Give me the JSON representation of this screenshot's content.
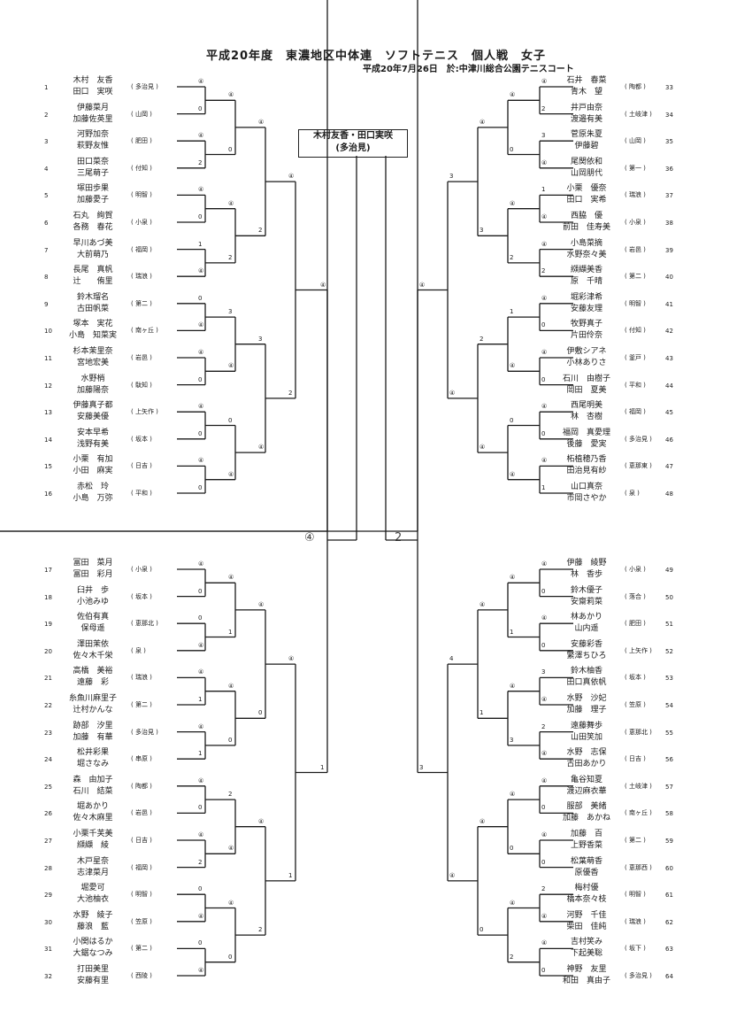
{
  "header": {
    "title": "平成20年度　東濃地区中体連　ソフトテニス　個人戦　女子",
    "subtitle": "平成20年7月26日　於:中津川総合公園テニスコート"
  },
  "champion": {
    "names": "木村友香・田口実咲",
    "school": "(多治見)"
  },
  "final": {
    "left_score": "④",
    "right_score": "2"
  },
  "left_entries": [
    {
      "no": "1",
      "p1": "木村　友香",
      "p2": "田口　実咲",
      "school": "( 多治見 )"
    },
    {
      "no": "2",
      "p1": "伊藤菜月",
      "p2": "加藤佐英里",
      "school": "( 山岡 )"
    },
    {
      "no": "3",
      "p1": "河野加奈",
      "p2": "萩野友惟",
      "school": "( 肥田 )"
    },
    {
      "no": "4",
      "p1": "田口菜奈",
      "p2": "三尾萌子",
      "school": "( 付知 )"
    },
    {
      "no": "5",
      "p1": "塚田歩果",
      "p2": "加藤愛子",
      "school": "( 明智 )"
    },
    {
      "no": "6",
      "p1": "石丸　絢賀",
      "p2": "各務　春花",
      "school": "( 小泉 )"
    },
    {
      "no": "7",
      "p1": "早川あづ美",
      "p2": "大前萌乃",
      "school": "( 福岡 )"
    },
    {
      "no": "8",
      "p1": "長尾　真帆",
      "p2": "辻　　侑里",
      "school": "( 瑞浪 )"
    },
    {
      "no": "9",
      "p1": "鈴木瑠名",
      "p2": "古田帆菜",
      "school": "( 第二 )"
    },
    {
      "no": "10",
      "p1": "塚本　実花",
      "p2": "小島　知菜実",
      "school": "( 南ヶ丘 )"
    },
    {
      "no": "11",
      "p1": "杉本茉里奈",
      "p2": "宮地宏美",
      "school": "( 岩邑 )"
    },
    {
      "no": "12",
      "p1": "水野梢",
      "p2": "加藤陽奈",
      "school": "( 駄知 )"
    },
    {
      "no": "13",
      "p1": "伊藤真子都",
      "p2": "安藤美優",
      "school": "( 上矢作 )"
    },
    {
      "no": "14",
      "p1": "安本早希",
      "p2": "浅野有美",
      "school": "( 坂本 )"
    },
    {
      "no": "15",
      "p1": "小栗　有加",
      "p2": "小田　麻実",
      "school": "( 日吉 )"
    },
    {
      "no": "16",
      "p1": "赤松　玲",
      "p2": "小島　万弥",
      "school": "( 平和 )"
    },
    {
      "no": "17",
      "p1": "冨田　菜月",
      "p2": "冨田　彩月",
      "school": "( 小泉 )"
    },
    {
      "no": "18",
      "p1": "臼井　歩",
      "p2": "小池みゆ",
      "school": "( 坂本 )"
    },
    {
      "no": "19",
      "p1": "佐伯有真",
      "p2": "保母遥",
      "school": "( 恵那北 )"
    },
    {
      "no": "20",
      "p1": "澤田茉依",
      "p2": "佐々木千栄",
      "school": "( 泉 )"
    },
    {
      "no": "21",
      "p1": "高橋　美裕",
      "p2": "遠藤　彩",
      "school": "( 瑞浪 )"
    },
    {
      "no": "22",
      "p1": "糸魚川麻里子",
      "p2": "辻村かんな",
      "school": "( 第二 )"
    },
    {
      "no": "23",
      "p1": "跡部　汐里",
      "p2": "加藤　有華",
      "school": "( 多治見 )"
    },
    {
      "no": "24",
      "p1": "松井彩果",
      "p2": "堀さなみ",
      "school": "( 串原 )"
    },
    {
      "no": "25",
      "p1": "森　由加子",
      "p2": "石川　結菜",
      "school": "( 陶都 )"
    },
    {
      "no": "26",
      "p1": "堀あかり",
      "p2": "佐々木麻里",
      "school": "( 岩邑 )"
    },
    {
      "no": "27",
      "p1": "小栗千芙美",
      "p2": "纐纈　綾",
      "school": "( 日吉 )"
    },
    {
      "no": "28",
      "p1": "木戸星奈",
      "p2": "志津菜月",
      "school": "( 福岡 )"
    },
    {
      "no": "29",
      "p1": "堀愛可",
      "p2": "大池柚衣",
      "school": "( 明智 )"
    },
    {
      "no": "30",
      "p1": "水野　綾子",
      "p2": "藤浪　藍",
      "school": "( 笠原 )"
    },
    {
      "no": "31",
      "p1": "小関はるか",
      "p2": "大鋸なつみ",
      "school": "( 第二 )"
    },
    {
      "no": "32",
      "p1": "打田美里",
      "p2": "安藤有里",
      "school": "( 西陵 )"
    }
  ],
  "right_entries": [
    {
      "no": "33",
      "p1": "石井　春菜",
      "p2": "青木　望",
      "school": "( 陶都 )"
    },
    {
      "no": "34",
      "p1": "井戸由奈",
      "p2": "渡邉有美",
      "school": "( 土岐津 )"
    },
    {
      "no": "35",
      "p1": "菅原朱夏",
      "p2": "伊藤碧",
      "school": "( 山岡 )"
    },
    {
      "no": "36",
      "p1": "尾関依和",
      "p2": "山岡朋代",
      "school": "( 第一 )"
    },
    {
      "no": "37",
      "p1": "小栗　優奈",
      "p2": "田口　実希",
      "school": "( 瑞浪 )"
    },
    {
      "no": "38",
      "p1": "西脇　優",
      "p2": "前田　佳寿美",
      "school": "( 小泉 )"
    },
    {
      "no": "39",
      "p1": "小島菜摘",
      "p2": "水野奈々美",
      "school": "( 岩邑 )"
    },
    {
      "no": "40",
      "p1": "纐纈美香",
      "p2": "原　千晴",
      "school": "( 第二 )"
    },
    {
      "no": "41",
      "p1": "堀彩津希",
      "p2": "安藤友理",
      "school": "( 明智 )"
    },
    {
      "no": "42",
      "p1": "牧野真子",
      "p2": "片田伶奈",
      "school": "( 付知 )"
    },
    {
      "no": "43",
      "p1": "伊敷シアネ",
      "p2": "小林ありさ",
      "school": "( 釜戸 )"
    },
    {
      "no": "44",
      "p1": "石川　由樹子",
      "p2": "岡田　夏美",
      "school": "( 平和 )"
    },
    {
      "no": "45",
      "p1": "西尾明美",
      "p2": "林　杏樹",
      "school": "( 福岡 )"
    },
    {
      "no": "46",
      "p1": "福岡　真愛理",
      "p2": "後藤　愛実",
      "school": "( 多治見 )"
    },
    {
      "no": "47",
      "p1": "柘植穂乃香",
      "p2": "田治見有紗",
      "school": "( 恵那東 )"
    },
    {
      "no": "48",
      "p1": "山口真奈",
      "p2": "市岡さやか",
      "school": "( 泉 )"
    },
    {
      "no": "49",
      "p1": "伊藤　綾野",
      "p2": "林　香歩",
      "school": "( 小泉 )"
    },
    {
      "no": "50",
      "p1": "鈴木優子",
      "p2": "安齋莉菜",
      "school": "( 落合 )"
    },
    {
      "no": "51",
      "p1": "林あかり",
      "p2": "山内遥",
      "school": "( 肥田 )"
    },
    {
      "no": "52",
      "p1": "安藤彩香",
      "p2": "繁澤ちひろ",
      "school": "( 上矢作 )"
    },
    {
      "no": "53",
      "p1": "鈴木柚香",
      "p2": "田口真依帆",
      "school": "( 坂本 )"
    },
    {
      "no": "54",
      "p1": "水野　沙妃",
      "p2": "加藤　理子",
      "school": "( 笠原 )"
    },
    {
      "no": "55",
      "p1": "遠藤舞歩",
      "p2": "山田笑加",
      "school": "( 恵那北 )"
    },
    {
      "no": "56",
      "p1": "水野　志保",
      "p2": "古田あかり",
      "school": "( 日吉 )"
    },
    {
      "no": "57",
      "p1": "亀谷知夏",
      "p2": "渡辺麻衣華",
      "school": "( 土岐津 )"
    },
    {
      "no": "58",
      "p1": "服部　美緒",
      "p2": "加藤　あかね",
      "school": "( 南ヶ丘 )"
    },
    {
      "no": "59",
      "p1": "加藤　百",
      "p2": "上野香菜",
      "school": "( 第二 )"
    },
    {
      "no": "60",
      "p1": "松葉萌香",
      "p2": "原優香",
      "school": "( 恵那西 )"
    },
    {
      "no": "61",
      "p1": "梅村優",
      "p2": "橋本奈々枝",
      "school": "( 明智 )"
    },
    {
      "no": "62",
      "p1": "河野　千佳",
      "p2": "柴田　佳純",
      "school": "( 瑞浪 )"
    },
    {
      "no": "63",
      "p1": "吉村笑み",
      "p2": "下起美聡",
      "school": "( 坂下 )"
    },
    {
      "no": "64",
      "p1": "神野　友里",
      "p2": "和田　真由子",
      "school": "( 多治見 )"
    }
  ],
  "left_scores": {
    "r1": [
      "④",
      "0",
      "④",
      "2",
      "④",
      "0",
      "1",
      "④",
      "0",
      "④",
      "④",
      "0",
      "④",
      "0",
      "④",
      "0",
      "④",
      "0",
      "0",
      "④",
      "④",
      "1",
      "④",
      "1",
      "④",
      "0",
      "④",
      "2",
      "0",
      "④",
      "0",
      "④"
    ],
    "r2": [
      "④",
      "0",
      "④",
      "2",
      "3",
      "④",
      "0",
      "④",
      "④",
      "1",
      "④",
      "0",
      "2",
      "④",
      "④",
      "0"
    ],
    "r3": [
      "④",
      "2",
      "3",
      "④",
      "④",
      "0",
      "④",
      "2"
    ],
    "r4": [
      "④",
      "2",
      "④",
      "1"
    ],
    "r5": [
      "④",
      "1"
    ]
  },
  "right_scores": {
    "r1": [
      "④",
      "2",
      "3",
      "④",
      "1",
      "④",
      "④",
      "2",
      "④",
      "0",
      "④",
      "0",
      "④",
      "0",
      "④",
      "1",
      "④",
      "0",
      "④",
      "0",
      "3",
      "④",
      "2",
      "④",
      "④",
      "0",
      "④",
      "0",
      "2",
      "④",
      "④",
      "0"
    ],
    "r2": [
      "④",
      "0",
      "④",
      "2",
      "1",
      "④",
      "0",
      "④",
      "④",
      "1",
      "④",
      "3",
      "④",
      "0",
      "④",
      "2"
    ],
    "r3": [
      "④",
      "3",
      "2",
      "④",
      "④",
      "1",
      "④",
      "0"
    ],
    "r4": [
      "3",
      "④",
      "4",
      "④"
    ],
    "r5": [
      "④",
      "3"
    ]
  }
}
